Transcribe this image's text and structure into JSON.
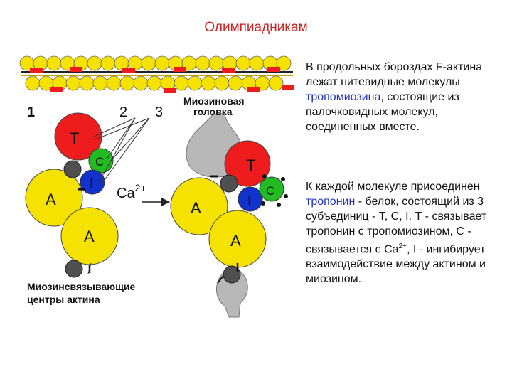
{
  "title": "Олимпиадникам",
  "labels": {
    "n1": "1",
    "n2": "2",
    "n3": "3",
    "myosin_head_l1": "Миозиновая",
    "myosin_head_l2": "головка",
    "T_left": "T",
    "C_left": "C",
    "I_left": "I",
    "A_left": "A",
    "A_lower_left": "A",
    "ca_base": "Ca",
    "ca_sup": "2+",
    "T_right": "T",
    "C_right": "C",
    "I_right": "I",
    "A_right": "A",
    "A_lower_right": "A",
    "binding_l1": "Миозинсвязывающие",
    "binding_l2": "центры актина"
  },
  "paragraph1": {
    "before": "В продольных бороздах F-актина лежат нитевидные молекулы ",
    "highlight": "тропомиозина",
    "after": ", состоящие из палочковидных молекул, соединенных вместе."
  },
  "paragraph2": {
    "before": "К каждой молекуле присоединен ",
    "highlight": "тропонин",
    "after1": " - белок, состоящий из 3 субъединиц - Т, С, I. Т - связывает тропонин с тропомиозином, С - связывается с Ca",
    "sup": "2+",
    "after2": ", I - ингибирует взаимодействие между актином и миозином."
  },
  "colors": {
    "title": "#cc2222",
    "actin_bead": "#f5e200",
    "troponin_T": "#ee1c1c",
    "troponin_C": "#22bb22",
    "troponin_I": "#1133cc",
    "myosin": "#b8b8b8",
    "binding_site": "#505050",
    "highlight": "#2233bb"
  }
}
